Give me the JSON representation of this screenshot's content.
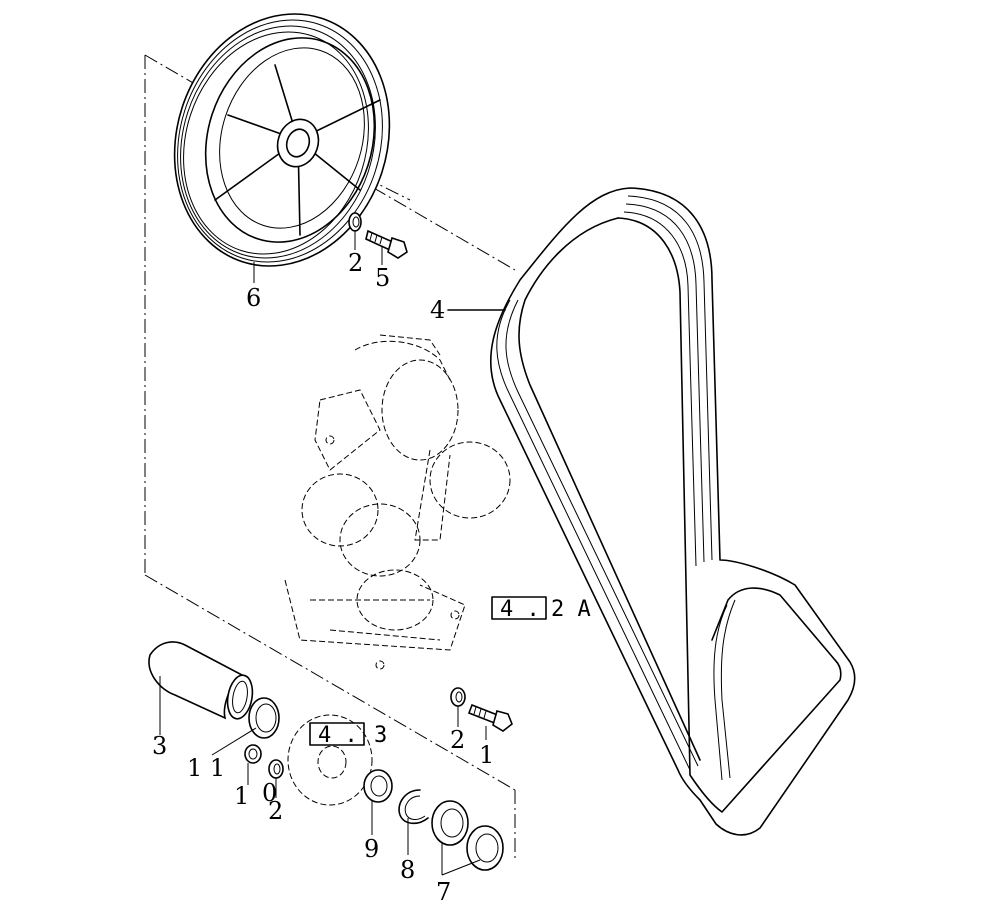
{
  "callouts": {
    "c6": "6",
    "c2a": "2",
    "c5": "5",
    "c4": "4",
    "c3": "3",
    "c11": "1 1",
    "c10": "1 0",
    "c2b": "2",
    "c9": "9",
    "c8": "8",
    "c7": "7",
    "c2c": "2",
    "c1": "1"
  },
  "refs": {
    "r42a_box": "4 .",
    "r42a_suffix": "2 A",
    "r43_box": "4 .",
    "r43_suffix": "3"
  }
}
